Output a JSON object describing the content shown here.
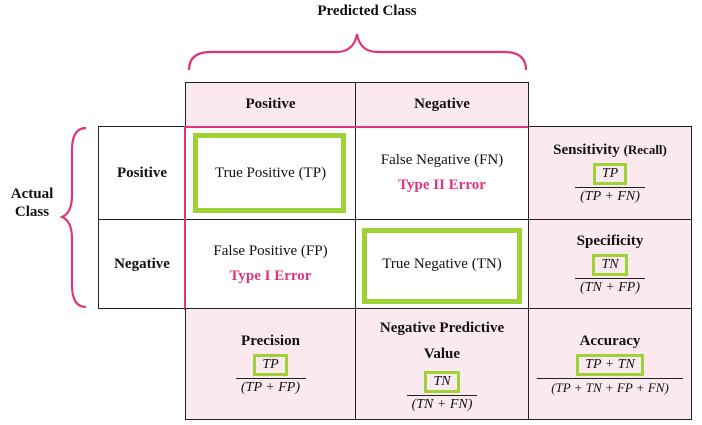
{
  "predicted_class": "Predicted Class",
  "actual_class_line1": "Actual",
  "actual_class_line2": "Class",
  "col_headers": {
    "positive": "Positive",
    "negative": "Negative"
  },
  "row_headers": {
    "positive": "Positive",
    "negative": "Negative"
  },
  "cells": {
    "tp": {
      "label": "True Positive (TP)"
    },
    "fn": {
      "label": "False Negative (FN)",
      "error": "Type II Error"
    },
    "fp": {
      "label": "False Positive (FP)",
      "error": "Type I Error"
    },
    "tn": {
      "label": "True Negative (TN)"
    }
  },
  "metrics": {
    "sensitivity": {
      "title": "Sensitivity",
      "subtitle": "(Recall)",
      "numerator": "TP",
      "denominator": "(TP + FN)"
    },
    "specificity": {
      "title": "Specificity",
      "numerator": "TN",
      "denominator": "(TN + FP)"
    },
    "precision": {
      "title": "Precision",
      "numerator": "TP",
      "denominator": "(TP + FP)"
    },
    "npv": {
      "title_line1": "Negative Predictive",
      "title_line2": "Value",
      "numerator": "TN",
      "denominator": "(TN + FN)"
    },
    "accuracy": {
      "title": "Accuracy",
      "numerator": "TP + TN",
      "denominator": "(TP + TN + FP + FN)"
    }
  },
  "colors": {
    "cell_bg": "#fbe9f0",
    "accent_pink": "#e0347f",
    "highlight_green": "#9ed235"
  }
}
